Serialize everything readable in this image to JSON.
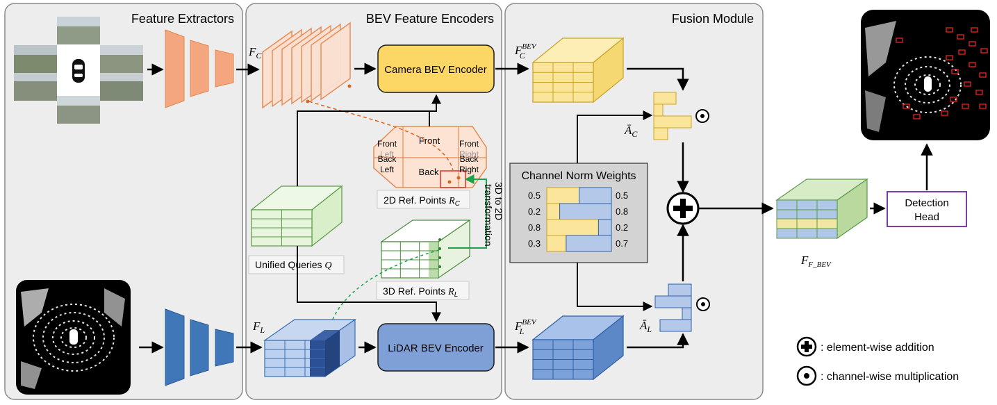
{
  "panels": {
    "feature_extractors": "Feature Extractors",
    "bev_encoders": "BEV Feature Encoders",
    "fusion": "Fusion Module"
  },
  "blocks": {
    "camera_encoder": "Camera BEV Encoder",
    "lidar_encoder": "LiDAR BEV Encoder",
    "detection_head_l1": "Detection",
    "detection_head_l2": "Head"
  },
  "symbols": {
    "f_c": "F",
    "f_c_sub": "C",
    "f_l": "F",
    "f_l_sub": "L",
    "f_c_bev": "F",
    "f_c_bev_sub": "C",
    "f_c_bev_sup": "BEV",
    "f_l_bev": "F",
    "f_l_bev_sub": "L",
    "f_l_bev_sup": "BEV",
    "a_c": "Ā",
    "a_c_sub": "C",
    "a_l": "Ā",
    "a_l_sub": "L",
    "f_fbev": "F",
    "f_fbev_sub": "F_BEV"
  },
  "camera_views": {
    "front": "Front",
    "front_left_1": "Front",
    "front_left_2": "Left",
    "front_right_1": "Front",
    "front_right_2": "Right",
    "back_left_1": "Back",
    "back_left_2": "Left",
    "back": "Back",
    "back_right_1": "Back",
    "back_right_2": "Right"
  },
  "tags": {
    "ref2d": "2D Ref. Points",
    "ref2d_sym": "R",
    "ref2d_sub": "C",
    "ref3d": "3D Ref. Points",
    "ref3d_sym": "R",
    "ref3d_sub": "L",
    "queries": "Unified Queries",
    "queries_sym": "Q",
    "transform_l1": "3D to 2D",
    "transform_l2": "transformation"
  },
  "norm_weights": {
    "title": "Channel Norm Weights",
    "camera": [
      0.5,
      0.2,
      0.8,
      0.3
    ],
    "lidar": [
      0.5,
      0.8,
      0.2,
      0.7
    ],
    "camera_labels": [
      "0.5",
      "0.2",
      "0.8",
      "0.3"
    ],
    "lidar_labels": [
      "0.5",
      "0.8",
      "0.2",
      "0.7"
    ]
  },
  "legend": {
    "add": ": element-wise addition",
    "mul": ": channel-wise multiplication"
  },
  "colors": {
    "camera_orange": "#f4a77f",
    "camera_yellow": "#fce38a",
    "lidar_blue": "#5b87c4",
    "lidar_light": "#b4c9ea",
    "query_green": "#e2f3d6",
    "head_purple": "#7a3ea6"
  }
}
